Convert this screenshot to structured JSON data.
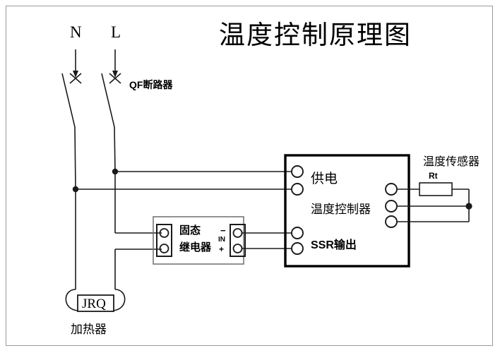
{
  "diagram": {
    "title": "温度控制原理图",
    "frame_color": "#9a9a9a",
    "line_color": "#1a1a1a",
    "labels": {
      "neutral": "N",
      "live": "L",
      "breaker": "QF断路器",
      "supply": "供电",
      "controller": "温度控制器",
      "ssr_output": "SSR输出",
      "relay_line1": "固态",
      "relay_line2": "继电器",
      "relay_in": "IN",
      "relay_minus": "−",
      "relay_plus": "+",
      "sensor": "温度传感器",
      "sensor_rt": "Rt",
      "heater_symbol": "JRQ",
      "heater": "加热器"
    }
  }
}
